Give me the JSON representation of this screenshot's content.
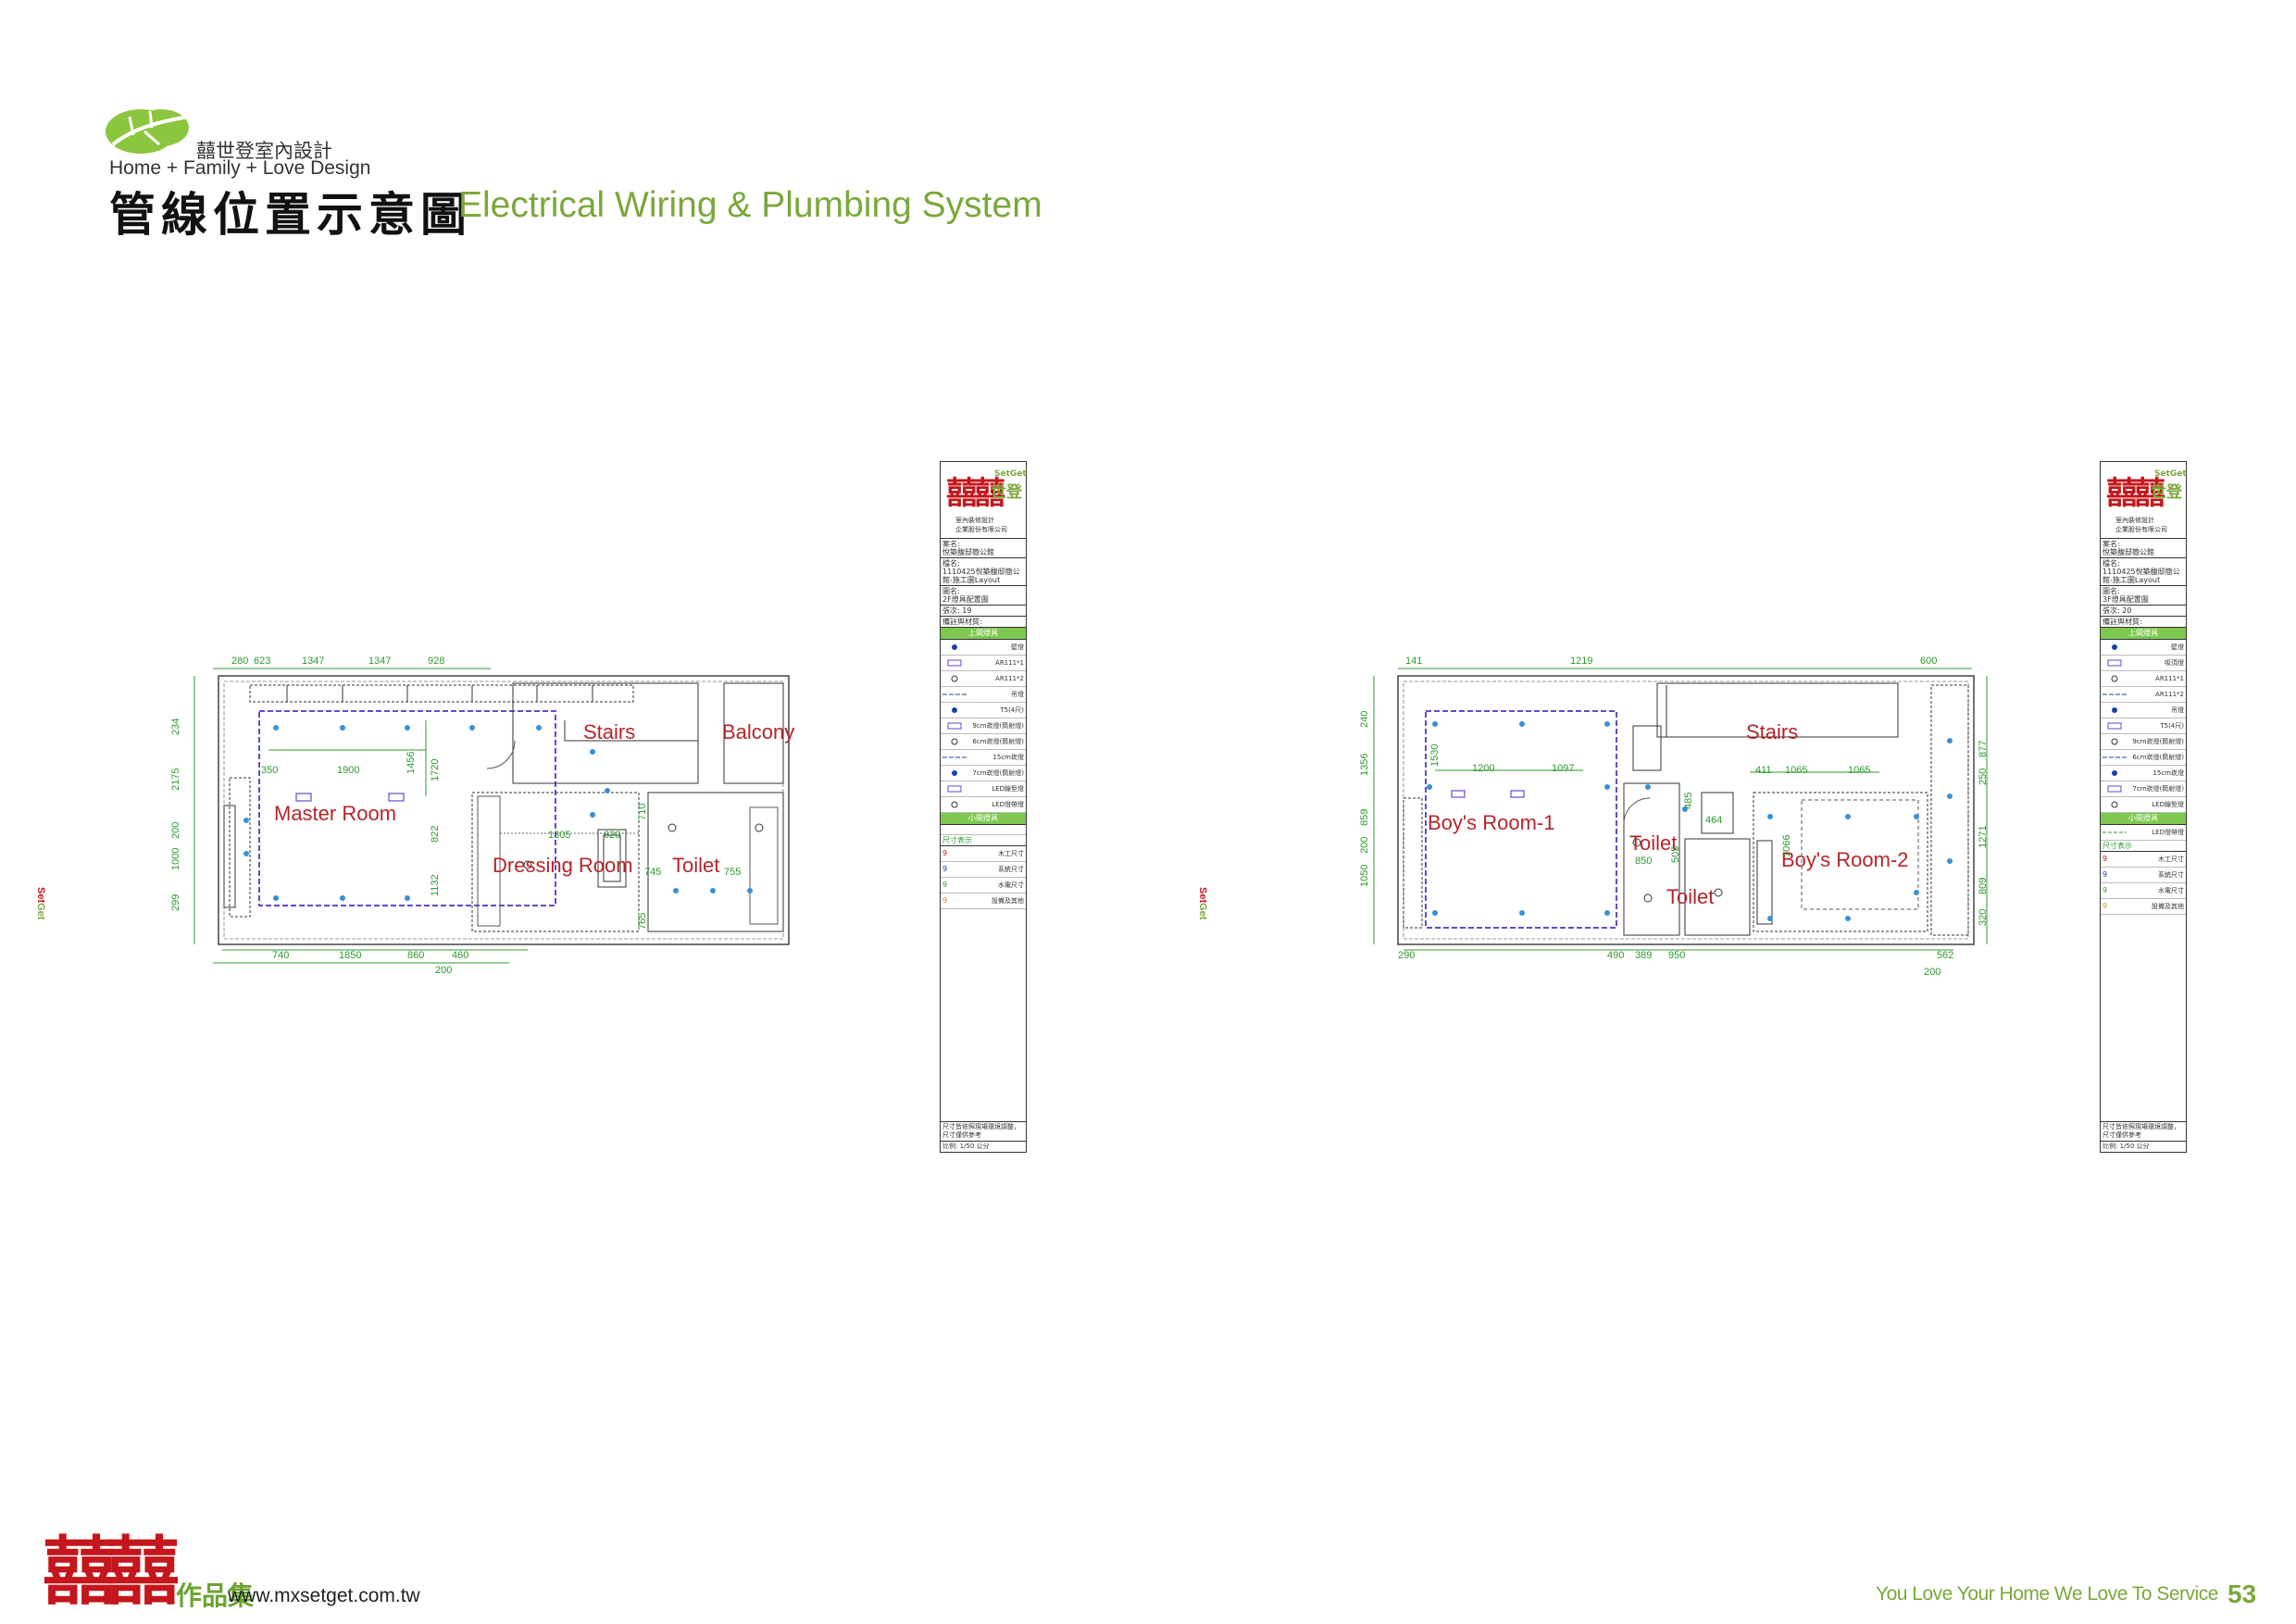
{
  "header": {
    "company_name": "囍世登室內設計",
    "tagline": "Home + Family + Love Design",
    "title_zh": "管線位置示意圖",
    "title_en": "Electrical Wiring & Plumbing System"
  },
  "plan_left": {
    "rooms": {
      "master": "Master Room",
      "stairs": "Stairs",
      "balcony": "Balcony",
      "dressing": "Dressing Room",
      "toilet": "Toilet"
    },
    "dims_top": [
      "280",
      "623",
      "1347",
      "1347",
      "928"
    ],
    "dims_bottom": [
      "740",
      "1850",
      "860",
      "460",
      "200"
    ],
    "dims_left": [
      "234",
      "2175",
      "200",
      "1000",
      "299"
    ],
    "dims_inner": [
      "350",
      "1900",
      "1456",
      "1720",
      "822",
      "1132",
      "1305",
      "620",
      "710",
      "745",
      "755",
      "765"
    ]
  },
  "plan_right": {
    "rooms": {
      "boys1": "Boy's Room-1",
      "stairs": "Stairs",
      "toilet1": "Toilet",
      "toilet2": "Toilet",
      "boys2": "Boy's Room-2"
    },
    "dims_top": [
      "141",
      "1219",
      "600"
    ],
    "dims_bottom": [
      "290",
      "490",
      "389",
      "950",
      "200",
      "562"
    ],
    "dims_left": [
      "240",
      "1356",
      "859",
      "200",
      "1050"
    ],
    "dims_right": [
      "877",
      "250",
      "1271",
      "809",
      "320"
    ],
    "dims_inner": [
      "1530",
      "1200",
      "1097",
      "411",
      "1065",
      "1065",
      "485",
      "464",
      "850",
      "505",
      "1066"
    ]
  },
  "title_block_left": {
    "brand_xi": "囍囍",
    "brand_en": "SetGet",
    "brand_zh": "世登",
    "brand_sub_1": "室內裝修設計",
    "brand_sub_2": "企業股份有限公司",
    "case_label": "案名:",
    "case_value": "悅築馥邸簡公館",
    "file_label": "檔名:",
    "file_value": "1110425悅築馥邸簡公館-施工圖Layout",
    "drawing_label": "圖名:",
    "drawing_value": "2F燈具配置圖",
    "number_label": "張次:",
    "number_value": "19",
    "notes_label": "備註與材質:",
    "section_upper": "上間燈具",
    "legend": [
      "壁燈",
      "AR111*1",
      "AR111*2",
      "吊燈",
      "T5(4尺)",
      "9cm崁燈(筒射燈)",
      "6cm崁燈(筒射燈)",
      "15cm崁燈",
      "7cm崁燈(筒射燈)",
      "LED線型燈",
      "LED燈帶燈"
    ],
    "section_lower": "小間燈具",
    "dim_section": "尺寸表示",
    "dims_legend": [
      "木工尺寸",
      "系統尺寸",
      "水電尺寸",
      "設備及其他"
    ],
    "dim_marker": "9",
    "foot_1": "尺寸皆依照現場環境調整，尺寸僅供參考",
    "foot_2": "比例: 1/50 公分"
  },
  "title_block_right": {
    "brand_xi": "囍囍",
    "brand_en": "SetGet",
    "brand_zh": "世登",
    "brand_sub_1": "室內裝修設計",
    "brand_sub_2": "企業股份有限公司",
    "case_label": "案名:",
    "case_value": "悅築馥邸簡公館",
    "file_label": "檔名:",
    "file_value": "1110425悅築馥邸簡公館-施工圖Layout",
    "drawing_label": "圖名:",
    "drawing_value": "3F燈具配置圖",
    "number_label": "張次:",
    "number_value": "20",
    "notes_label": "備註與材質:",
    "section_upper": "上間燈具",
    "legend": [
      "壁燈",
      "吸頂燈",
      "AR111*1",
      "AR111*2",
      "吊燈",
      "T5(4尺)",
      "9cm崁燈(筒射燈)",
      "6cm崁燈(筒射燈)",
      "15cm崁燈",
      "7cm崁燈(筒射燈)",
      "LED線型燈"
    ],
    "section_lower": "小間燈具",
    "lower_item": "LED燈帶燈",
    "dim_section": "尺寸表示",
    "dims_legend": [
      "木工尺寸",
      "系統尺寸",
      "水電尺寸",
      "設備及其他"
    ],
    "dim_marker": "9",
    "foot_1": "尺寸皆依照現場環境調整，尺寸僅供參考",
    "foot_2": "比例: 1/50 公分"
  },
  "side_brand": {
    "set": "Set",
    "get": "Get"
  },
  "footer": {
    "xi": "囍囍",
    "works": "作品集",
    "url": "www.mxsetget.com.tw",
    "slogan": "You Love Your Home We Love To Service",
    "page": "53"
  },
  "colors": {
    "brand_green": "#7aa83a",
    "brand_red": "#c4161c",
    "room_label": "#b3262c",
    "dimension": "#2e9a2e",
    "fixture": "#3a8fd8",
    "track": "#5a4fcf"
  }
}
